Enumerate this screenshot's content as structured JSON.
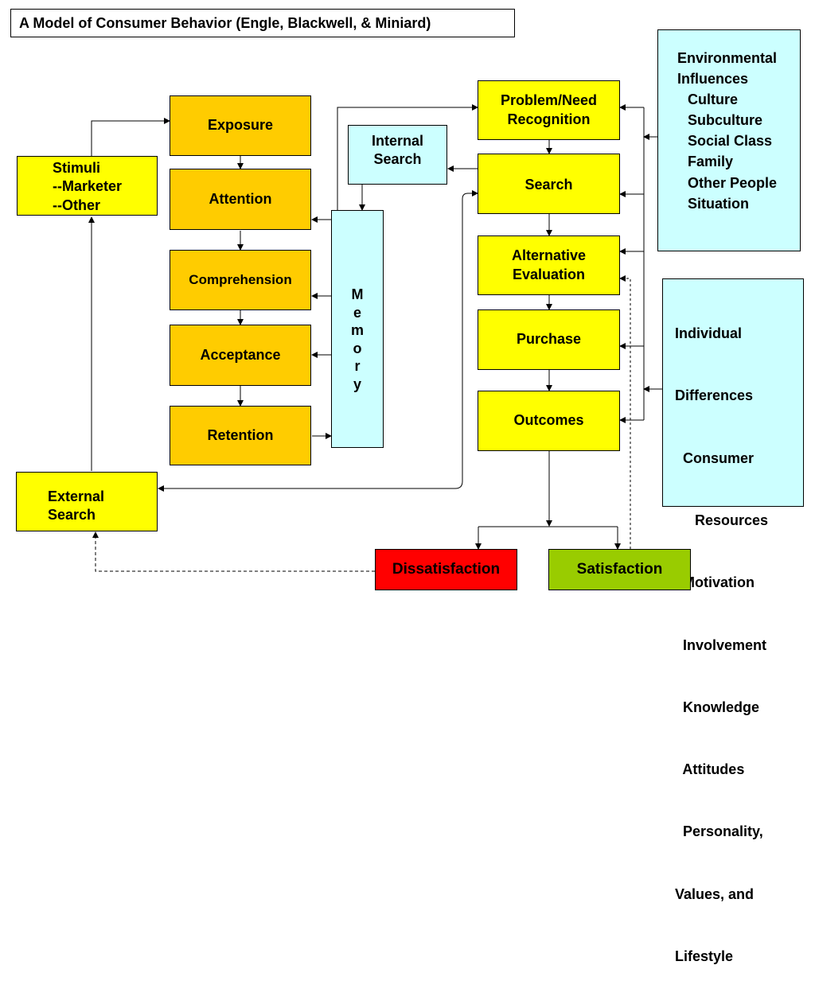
{
  "title": "A Model of Consumer Behavior (Engle, Blackwell, & Miniard)",
  "stimuli": {
    "lines": [
      "Stimuli",
      "--Marketer",
      "--Other"
    ]
  },
  "external_search": {
    "lines": [
      "External",
      "Search"
    ]
  },
  "internal_search": {
    "lines": [
      "Internal",
      "Search"
    ]
  },
  "memory": {
    "letters": [
      "M",
      "e",
      "m",
      "o",
      "r",
      "y"
    ]
  },
  "info_processing": [
    {
      "label": "Exposure"
    },
    {
      "label": "Attention"
    },
    {
      "label": "Comprehension"
    },
    {
      "label": "Acceptance"
    },
    {
      "label": "Retention"
    }
  ],
  "decision_process": [
    {
      "label": "Problem/Need\nRecognition"
    },
    {
      "label": "Search"
    },
    {
      "label": "Alternative\nEvaluation"
    },
    {
      "label": "Purchase"
    },
    {
      "label": "Outcomes"
    }
  ],
  "environmental": {
    "heading": [
      "Environmental",
      "Influences"
    ],
    "items": [
      "Culture",
      "Subculture",
      "Social Class",
      "Family",
      "Other People",
      "Situation"
    ]
  },
  "individual": {
    "lines": [
      "Individual",
      "Differences",
      "  Consumer",
      "     Resources",
      "  Motivation",
      "  Involvement",
      "  Knowledge",
      "  Attitudes",
      "  Personality,",
      "Values, and",
      "Lifestyle"
    ]
  },
  "outcomes": {
    "dissatisfaction": "Dissatisfaction",
    "satisfaction": "Satisfaction"
  },
  "colors": {
    "orange": "#FFCC00",
    "yellow": "#FFFF00",
    "cyan": "#CCFFFF",
    "red": "#FF0000",
    "green": "#99CC00"
  }
}
